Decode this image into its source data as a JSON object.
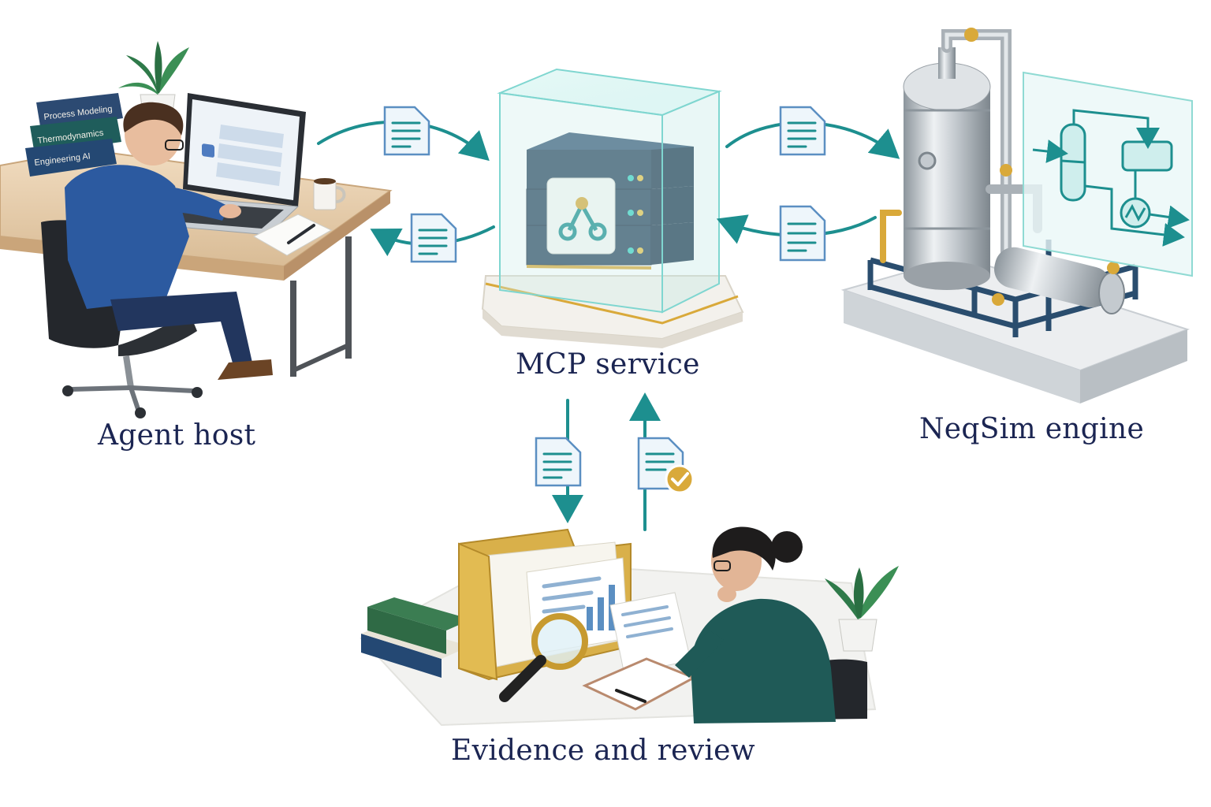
{
  "nodes": {
    "agent_host": {
      "label": "Agent host"
    },
    "mcp_service": {
      "label": "MCP service"
    },
    "neqsim_engine": {
      "label": "NeqSim engine"
    },
    "evidence_review": {
      "label": "Evidence and review"
    }
  },
  "book_spines": [
    "Process Modeling",
    "Thermodynamics",
    "Engineering AI"
  ],
  "colors": {
    "arrow": "#1d8f8f",
    "label": "#1b2552",
    "server": "#2c4760",
    "glass": "#7fd6d0",
    "gold": "#d9a93a",
    "steel": "#b9c0c6",
    "frame": "#2a4d6e"
  },
  "icons": [
    "document-icon",
    "server-icon",
    "network-icon",
    "check-badge-icon",
    "magnifier-icon",
    "folder-icon"
  ]
}
